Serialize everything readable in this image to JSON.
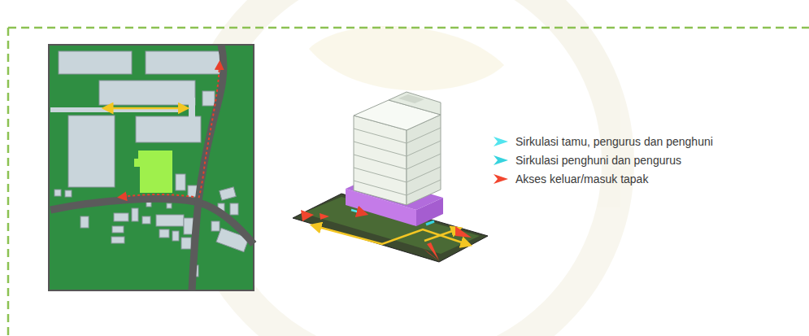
{
  "diagram": {
    "legend": [
      {
        "text": "Sirkulasi tamu, pengurus dan penghuni",
        "color": "#52e4ee"
      },
      {
        "text": "Sirkulasi penghuni dan pengurus",
        "color": "#36d3de"
      },
      {
        "text": "Akses keluar/masuk tapak",
        "color": "#f2462f"
      }
    ]
  }
}
